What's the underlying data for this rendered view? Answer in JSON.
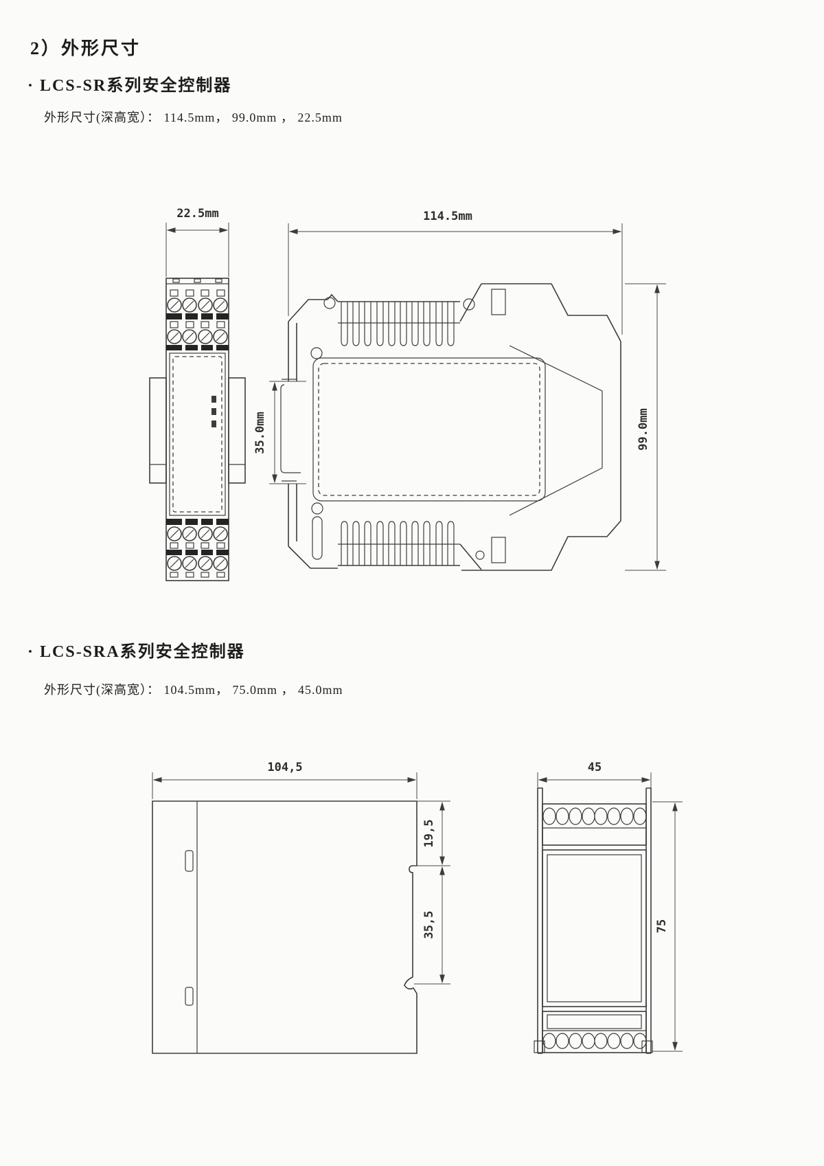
{
  "page": {
    "title": "2）外形尺寸"
  },
  "sections": {
    "sr": {
      "heading": "· LCS-SR系列安全控制器",
      "dimension_note": "外形尺寸(深高宽）： 114.5mm， 99.0mm ， 22.5mm"
    },
    "sra": {
      "heading": "· LCS-SRA系列安全控制器",
      "dimension_note": "外形尺寸(深高宽）： 104.5mm， 75.0mm ， 45.0mm"
    }
  },
  "dimensions": {
    "sr_front_width": "22.5mm",
    "sr_side_depth": "114.5mm",
    "sr_side_height": "99.0mm",
    "sr_side_din_rail": "35.0mm",
    "sra_side_depth": "104,5",
    "sra_side_upper": "19,5",
    "sra_side_din_rail": "35,5",
    "sra_front_width": "45",
    "sra_front_height": "75"
  }
}
